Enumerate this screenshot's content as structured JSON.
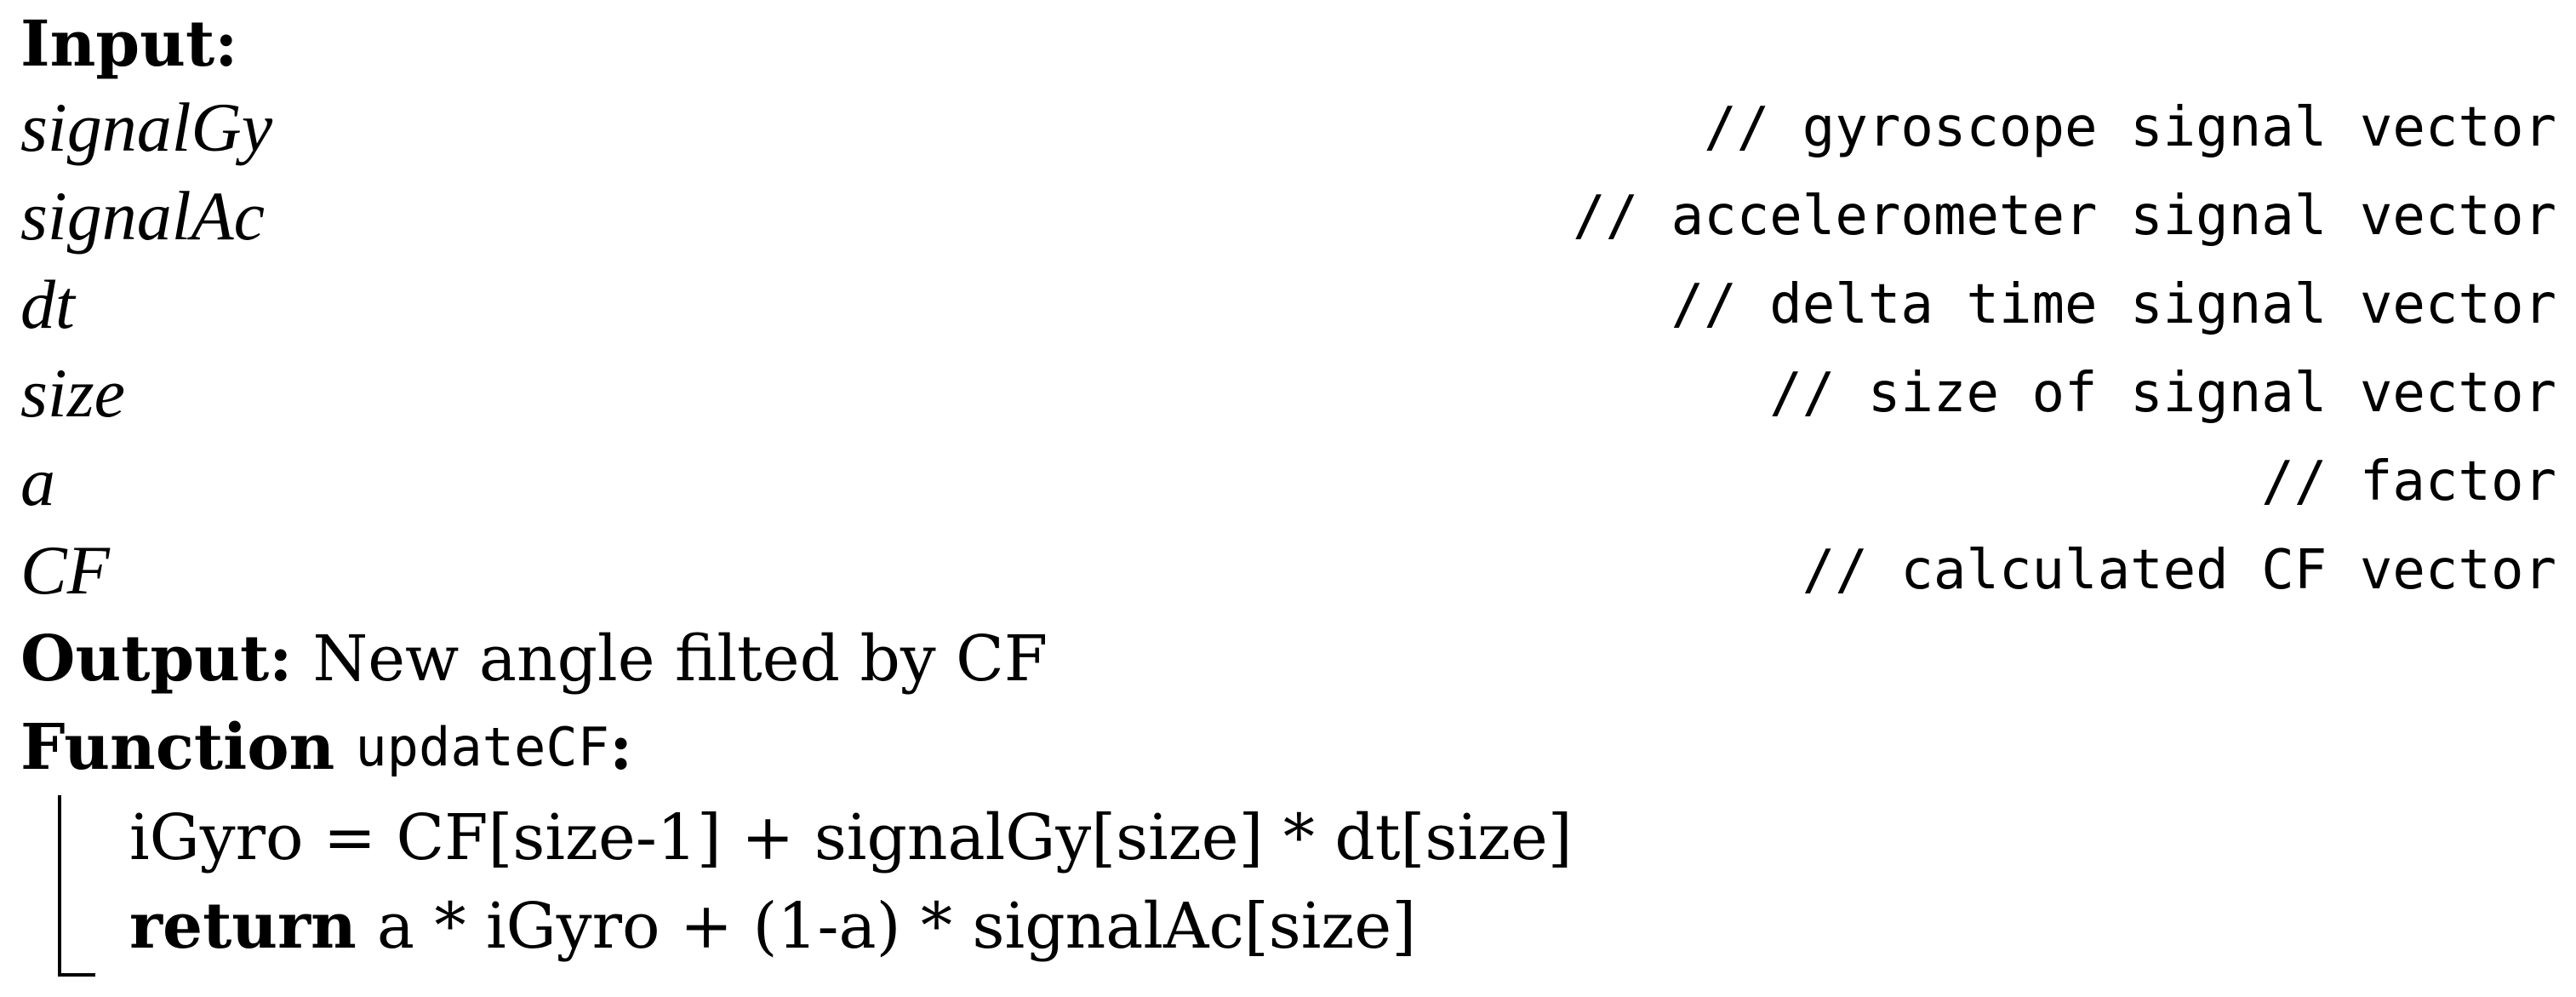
{
  "input_label": "Input:",
  "inputs": [
    {
      "name": "signalGy",
      "comment": "// gyroscope signal vector"
    },
    {
      "name": "signalAc",
      "comment": "// accelerometer signal vector"
    },
    {
      "name": "dt",
      "comment": "// delta time signal vector"
    },
    {
      "name": "size",
      "comment": "// size of signal vector"
    },
    {
      "name": "a",
      "comment": "// factor"
    },
    {
      "name": "CF",
      "comment": "// calculated CF vector"
    }
  ],
  "output_label": "Output:",
  "output_text": "New angle filted by CF",
  "function_keyword": "Function",
  "function_name": "updateCF",
  "function_colon": ":",
  "body": {
    "line1": "iGyro = CF[size-1] + signalGy[size] * dt[size]",
    "return_keyword": "return",
    "line2_expr": "a * iGyro + (1-a) * signalAc[size]"
  }
}
